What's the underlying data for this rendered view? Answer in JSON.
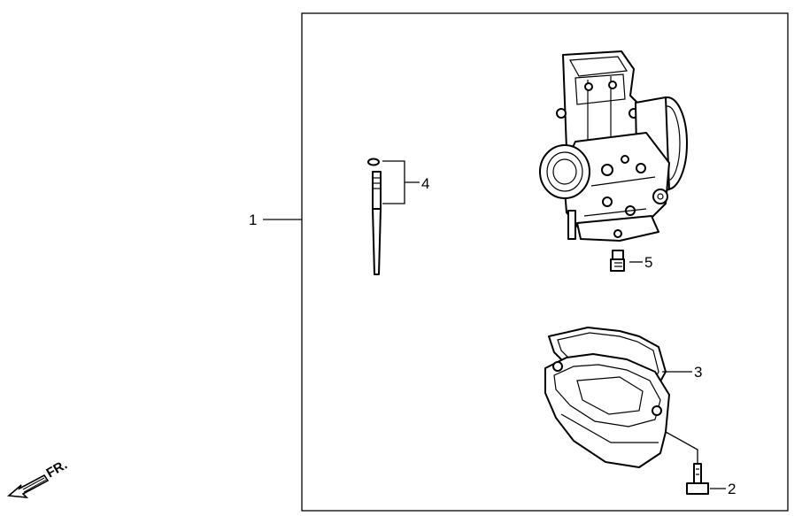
{
  "callouts": {
    "kit": "1",
    "bolt": "2",
    "gasket": "3",
    "needle": "4",
    "jet": "5"
  },
  "direction": {
    "label": "FR.",
    "icon": "front-arrow-icon"
  }
}
